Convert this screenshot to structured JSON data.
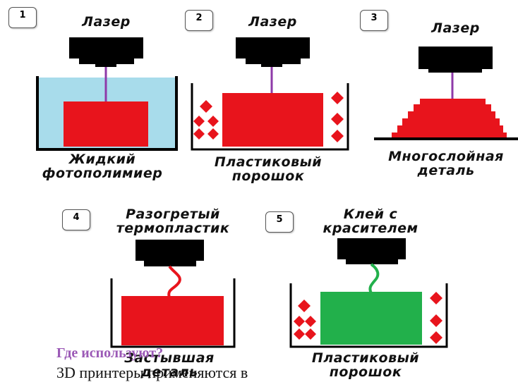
{
  "steps": [
    {
      "number": "1",
      "top_label": "Лазер",
      "bottom_label": [
        "Жидкий",
        "фотополимиер"
      ]
    },
    {
      "number": "2",
      "top_label": "Лазер",
      "bottom_label": [
        "Пластиковый",
        "порошок"
      ]
    },
    {
      "number": "3",
      "top_label": "Лазер",
      "bottom_label": [
        "Многослойная",
        "деталь"
      ]
    },
    {
      "number": "4",
      "top_label": [
        "Разогретый",
        "термопластик"
      ],
      "bottom_label": [
        "Застывшая",
        "деталь"
      ]
    },
    {
      "number": "5",
      "top_label": [
        "Клей с",
        "красителем"
      ],
      "bottom_label": [
        "Пластиковый",
        "порошок"
      ]
    }
  ],
  "section_heading": "Где используют?",
  "body_text": "3D принтеры применяются в",
  "colors": {
    "part_red": "#e8141c",
    "liquid": "#a8dceb",
    "glue_green": "#22b04b",
    "laser_beam": "#8e3aa8",
    "nozzle": "#000000",
    "heading": "#9b59b6"
  }
}
